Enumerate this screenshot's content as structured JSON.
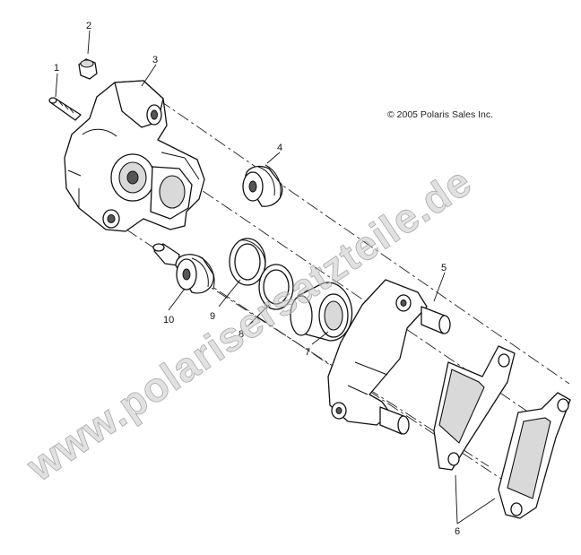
{
  "copyright": "© 2005 Polaris Sales Inc.",
  "watermark": "www.polarisersatzteile.de",
  "callouts": [
    {
      "id": "1",
      "text": "1"
    },
    {
      "id": "2",
      "text": "2"
    },
    {
      "id": "3",
      "text": "3"
    },
    {
      "id": "4",
      "text": "4"
    },
    {
      "id": "5",
      "text": "5"
    },
    {
      "id": "6",
      "text": "6"
    },
    {
      "id": "7",
      "text": "7"
    },
    {
      "id": "8",
      "text": "8"
    },
    {
      "id": "9",
      "text": "9"
    },
    {
      "id": "10",
      "text": "10"
    }
  ]
}
